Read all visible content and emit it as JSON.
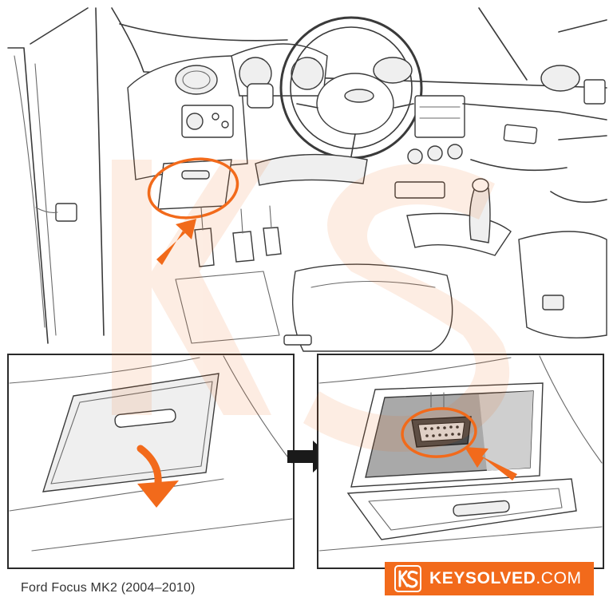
{
  "caption": "Ford Focus MK2 (2004–2010)",
  "brand": {
    "name": "KEYSOLVED",
    "suffix": ".COM",
    "logo_letters": "KS"
  },
  "colors": {
    "accent": "#f26a1b",
    "line": "#3a3a3a",
    "background": "#ffffff"
  },
  "panels": [
    {
      "id": "interior-overview",
      "shows": "dashboard-with-highlighted-fuse-cover"
    },
    {
      "id": "cover-closed",
      "shows": "cover-open-arrow"
    },
    {
      "id": "cover-open",
      "shows": "obd-port-highlighted"
    }
  ],
  "icons": [
    "pointer-arrow-icon",
    "down-arrow-icon",
    "next-step-arrow-icon",
    "keysolved-logo-icon"
  ]
}
